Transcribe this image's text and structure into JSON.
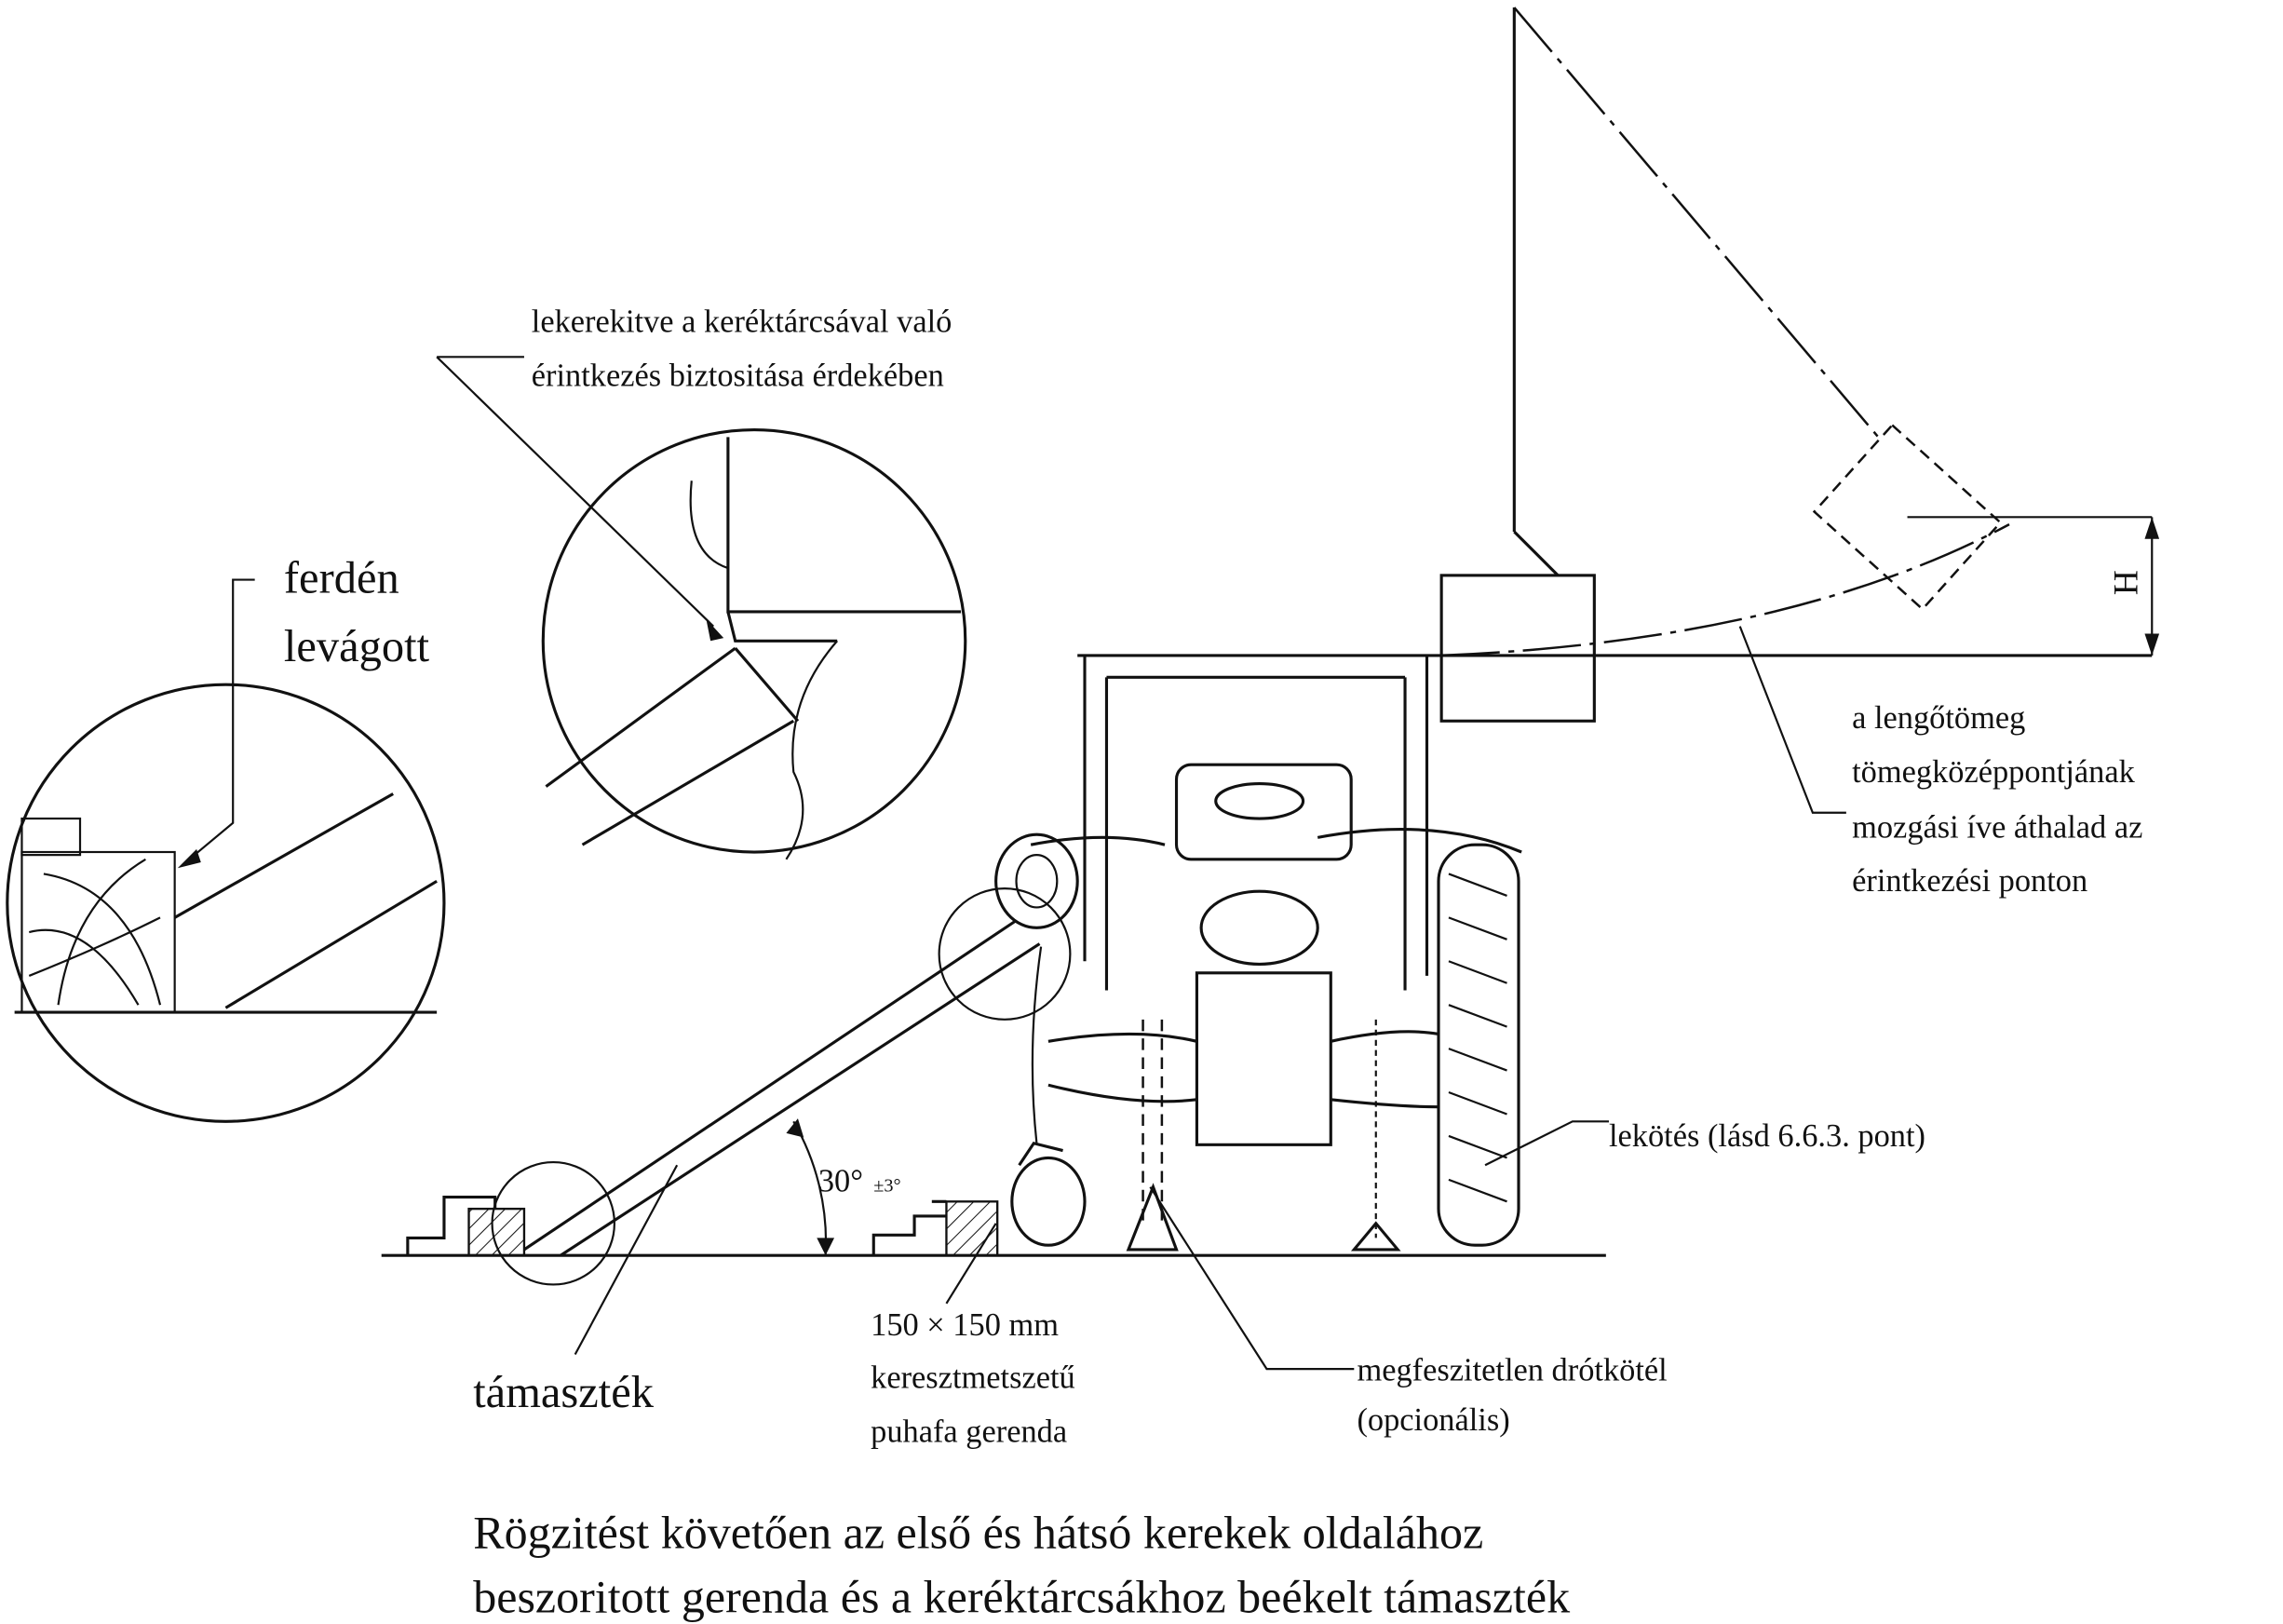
{
  "labels": {
    "rounded_1": "lekerekitve a keréktárcsával való",
    "rounded_2": "érintkezés biztositása érdekében",
    "bevel_1": "ferdén",
    "bevel_2": "levágott",
    "arc_1": "a lengőtömeg",
    "arc_2": "tömegközéppontjának",
    "arc_3": "mozgási íve áthalad az",
    "arc_4": "érintkezési ponton",
    "lashing": "lekötés (lásd 6.6.3. pont)",
    "angle": "30°",
    "angle_tol": "±3°",
    "beam_1": "150 × 150 mm",
    "beam_2": "keresztmetszetű",
    "beam_3": "puhafa gerenda",
    "support": "támaszték",
    "rope_1": "megfeszitetlen drótkötél",
    "rope_2": "(opcionális)",
    "height": "H"
  },
  "caption": {
    "line1": "Rögzitést követően az első és hátsó kerekek oldalához",
    "line2": "beszoritott gerenda és a keréktárcsákhoz beékelt támaszték"
  }
}
